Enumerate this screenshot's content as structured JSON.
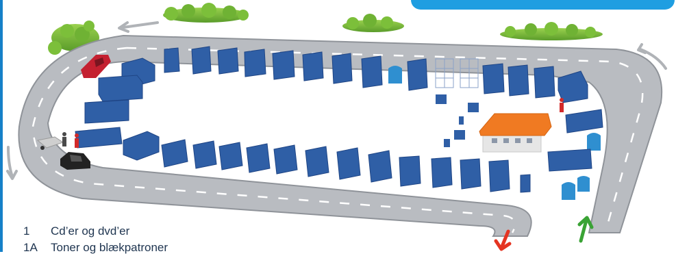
{
  "legend": {
    "items": [
      {
        "number": "1",
        "label": "Cd’er og dvd’er"
      },
      {
        "number": "1A",
        "label": "Toner og blækpatroner"
      }
    ]
  },
  "colors": {
    "road": "#b9bcc1",
    "road_edge": "#8f9399",
    "road_marking": "#ffffff",
    "container": "#2f5fa6",
    "container_dark": "#1f4585",
    "container_light": "#4b7ec2",
    "building_roof": "#f07a22",
    "building_wall": "#e6e6e6",
    "bushes": "#7cbf3a",
    "exit_arrow": "#e53422",
    "entry_arrow": "#3aa335",
    "direction_arrows": "#b0b3b7",
    "banner": "#1f9ee1"
  },
  "icons": [
    "red-car-icon",
    "black-car-icon",
    "trailer-icon",
    "person-icon",
    "cage-icon",
    "igloo-bin-icon",
    "exit-arrow-icon",
    "entry-arrow-icon",
    "direction-arrow-icon",
    "bush-icon"
  ]
}
